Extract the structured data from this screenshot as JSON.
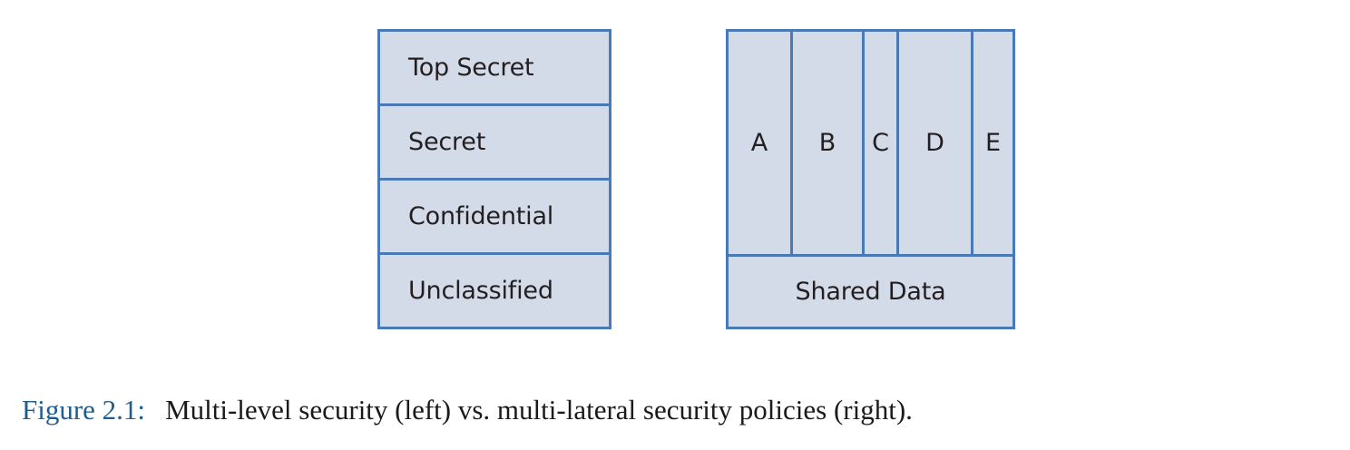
{
  "figure": {
    "caption_label": "Figure 2.1:",
    "caption_text": "Multi-level security (left) vs. multi-lateral security policies (right).",
    "colors": {
      "box_fill": "#d4dbe8",
      "box_border": "#4a7ab5",
      "text": "#231f20",
      "caption_label": "#1f5c8f",
      "caption_text": "#1a1a1a",
      "background": "#ffffff"
    }
  },
  "chart_data": {
    "type": "diagram",
    "title": "Multi-level security (left) vs. multi-lateral security policies (right).",
    "panels": [
      {
        "id": "multi-level-security",
        "position": "left",
        "layout": "vertical-stack",
        "orientation": "top-to-bottom-descending-classification",
        "cells": [
          {
            "label": "Top Secret",
            "order": 1
          },
          {
            "label": "Secret",
            "order": 2
          },
          {
            "label": "Confidential",
            "order": 3
          },
          {
            "label": "Unclassified",
            "order": 4
          }
        ]
      },
      {
        "id": "multi-lateral-security",
        "position": "right",
        "layout": "vertical-compartments-over-shared-base",
        "compartments": [
          {
            "label": "A",
            "relative_width": 0.22
          },
          {
            "label": "B",
            "relative_width": 0.25
          },
          {
            "label": "C",
            "relative_width": 0.12
          },
          {
            "label": "D",
            "relative_width": 0.26
          },
          {
            "label": "E",
            "relative_width": 0.14
          }
        ],
        "base": {
          "label": "Shared Data"
        }
      }
    ]
  }
}
